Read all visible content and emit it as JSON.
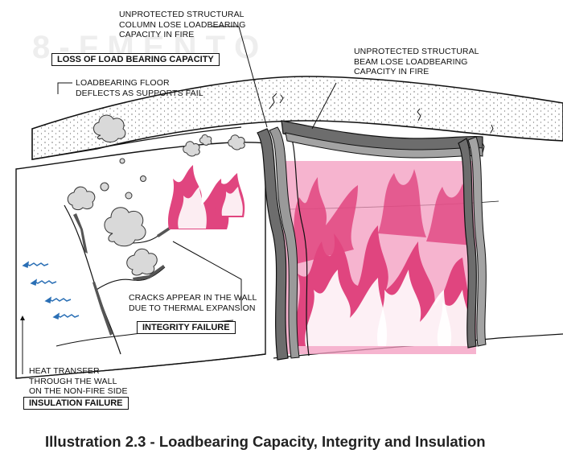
{
  "labels": {
    "column": [
      "UNPROTECTED STRUCTURAL",
      "COLUMN LOSE LOADBEARING",
      "CAPACITY IN FIRE"
    ],
    "beam": [
      "UNPROTECTED STRUCTURAL",
      "BEAM LOSE LOADBEARING",
      "CAPACITY IN FIRE"
    ],
    "floor": [
      "LOADBEARING FLOOR",
      "DEFLECTS AS SUPPORTS FAIL"
    ],
    "cracks": [
      "CRACKS APPEAR IN THE WALL",
      "DUE TO THERMAL EXPANSION"
    ],
    "heat": [
      "HEAT TRANSFER",
      "THROUGH THE WALL",
      "ON THE NON-FIRE SIDE"
    ]
  },
  "headings": {
    "load_bearing": "LOSS OF LOAD BEARING CAPACITY",
    "integrity": "INTEGRITY FAILURE",
    "insulation": "INSULATION FAILURE"
  },
  "caption": "Illustration 2.3 - Loadbearing Capacity, Integrity and Insulation",
  "colors": {
    "fire": "#e0457f",
    "fire_light": "#f4a3c3",
    "steel": "#6d6d6d",
    "smoke": "#d8d8d8",
    "heat_arrow": "#2a6fb5",
    "ink": "#111111"
  }
}
